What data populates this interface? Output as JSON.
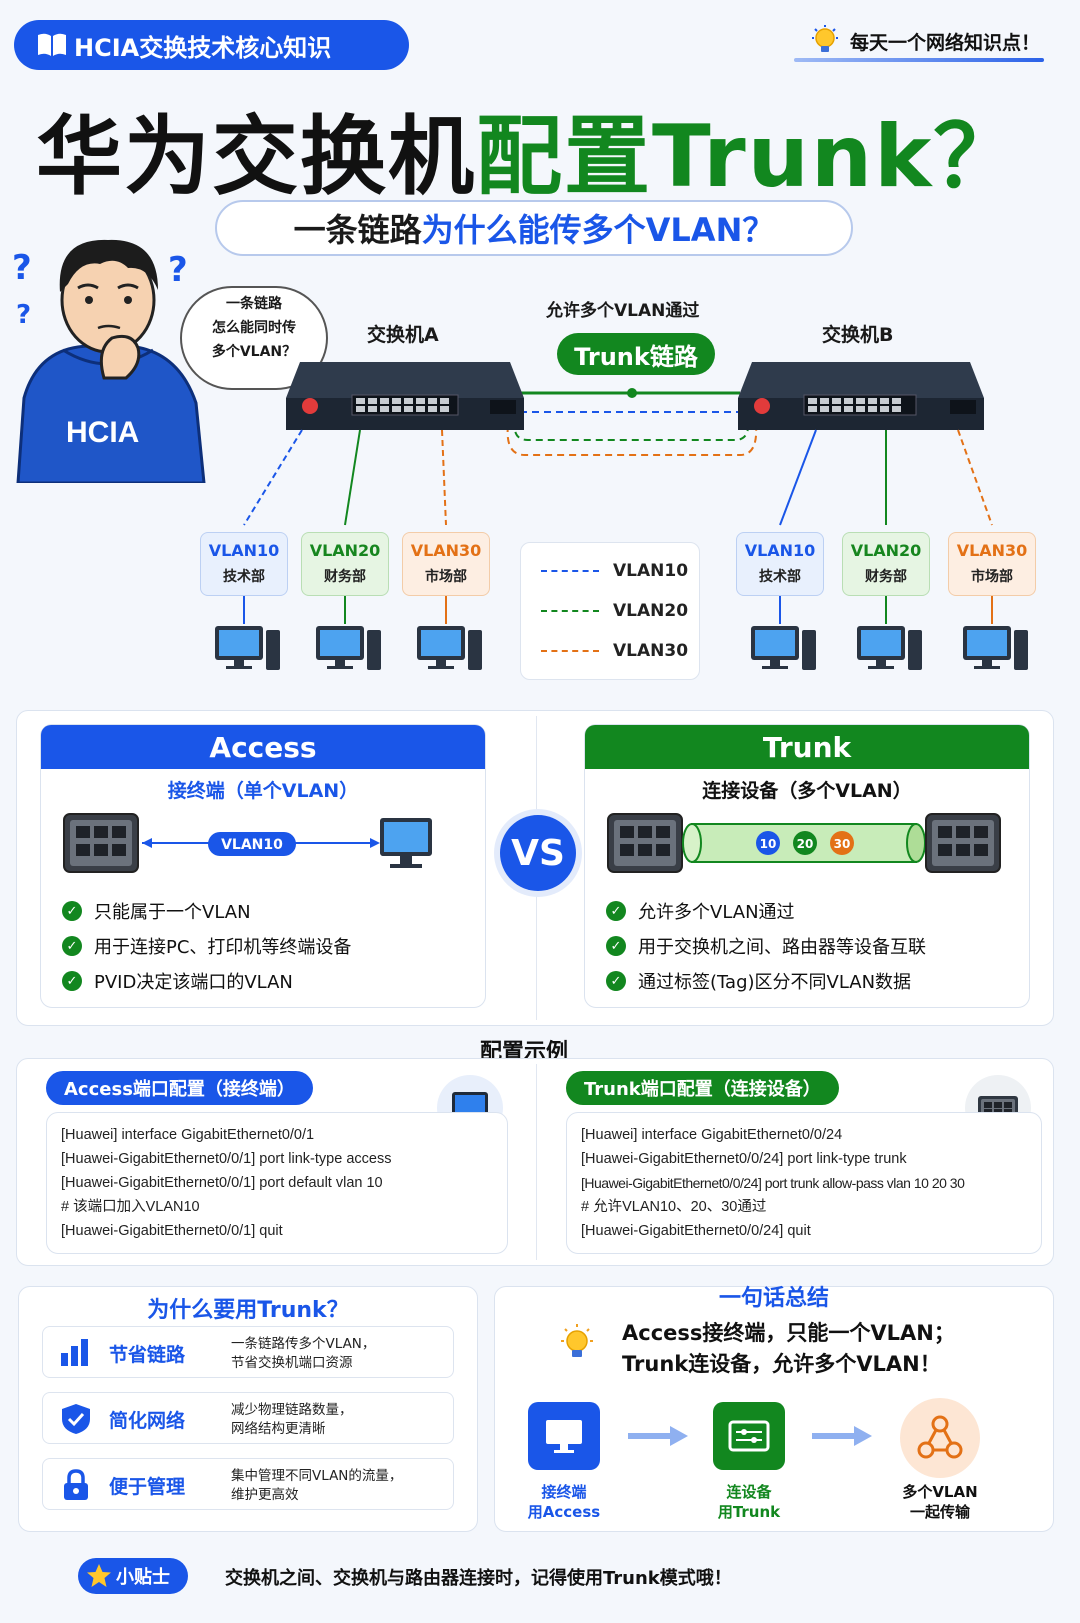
{
  "header": {
    "badge": "HCIA交换技术核心知识",
    "tip": "每天一个网络知识点！"
  },
  "title": {
    "part1": "华为交换机",
    "part2": "配置Trunk？"
  },
  "subtitle": {
    "part1": "一条链路",
    "part2": "为什么能传多个VLAN？"
  },
  "bubble": {
    "line1": "一条链路",
    "line2": "怎么能同时传",
    "line3": "多个VLAN？"
  },
  "character_label": "HCIA",
  "topology": {
    "switch_a": "交换机A",
    "switch_b": "交换机B",
    "allow_text": "允许多个VLAN通过",
    "trunk_label": "Trunk链路",
    "vlans_left": [
      {
        "vlan": "VLAN10",
        "dept": "技术部"
      },
      {
        "vlan": "VLAN20",
        "dept": "财务部"
      },
      {
        "vlan": "VLAN30",
        "dept": "市场部"
      }
    ],
    "vlans_right": [
      {
        "vlan": "VLAN10",
        "dept": "技术部"
      },
      {
        "vlan": "VLAN20",
        "dept": "财务部"
      },
      {
        "vlan": "VLAN30",
        "dept": "市场部"
      }
    ],
    "legend": [
      "VLAN10",
      "VLAN20",
      "VLAN30"
    ]
  },
  "colors": {
    "blue": "#1a56e8",
    "green": "#12871f",
    "orange": "#e37116"
  },
  "compare": {
    "access": {
      "title": "Access",
      "subtitle": "接终端（单个VLAN）",
      "link_label": "VLAN10",
      "points": [
        "只能属于一个VLAN",
        "用于连接PC、打印机等终端设备",
        "PVID决定该端口的VLAN"
      ]
    },
    "vs": "VS",
    "trunk": {
      "title": "Trunk",
      "subtitle": "连接设备（多个VLAN）",
      "tags": [
        "10",
        "20",
        "30"
      ],
      "points": [
        "允许多个VLAN通过",
        "用于交换机之间、路由器等设备互联",
        "通过标签(Tag)区分不同VLAN数据"
      ]
    }
  },
  "config": {
    "title": "配置示例",
    "access": {
      "tag": "Access端口配置（接终端）",
      "lines": [
        "[Huawei] interface GigabitEthernet0/0/1",
        "[Huawei-GigabitEthernet0/0/1] port link-type access",
        "[Huawei-GigabitEthernet0/0/1] port default vlan 10",
        "# 该端口加入VLAN10",
        "[Huawei-GigabitEthernet0/0/1] quit"
      ]
    },
    "trunk": {
      "tag": "Trunk端口配置（连接设备）",
      "lines": [
        "[Huawei] interface GigabitEthernet0/0/24",
        "[Huawei-GigabitEthernet0/0/24] port link-type trunk",
        "[Huawei-GigabitEthernet0/0/24] port trunk allow-pass vlan 10 20 30",
        "# 允许VLAN10、20、30通过",
        "[Huawei-GigabitEthernet0/0/24] quit"
      ]
    }
  },
  "why": {
    "title": "为什么要用Trunk？",
    "items": [
      {
        "title": "节省链路",
        "line1": "一条链路传多个VLAN，",
        "line2": "节省交换机端口资源"
      },
      {
        "title": "简化网络",
        "line1": "减少物理链路数量，",
        "line2": "网络结构更清晰"
      },
      {
        "title": "便于管理",
        "line1": "集中管理不同VLAN的流量，",
        "line2": "维护更高效"
      }
    ]
  },
  "summary": {
    "title": "一句话总结",
    "line1": "Access接终端，只能一个VLAN；",
    "line2": "Trunk连设备，允许多个VLAN！",
    "flow": [
      {
        "line1": "接终端",
        "line2": "用Access"
      },
      {
        "line1": "连设备",
        "line2": "用Trunk"
      },
      {
        "line1": "多个VLAN",
        "line2": "一起传输"
      }
    ]
  },
  "footer": {
    "badge": "小贴士",
    "text": "交换机之间、交换机与路由器连接时，记得使用Trunk模式哦！"
  }
}
